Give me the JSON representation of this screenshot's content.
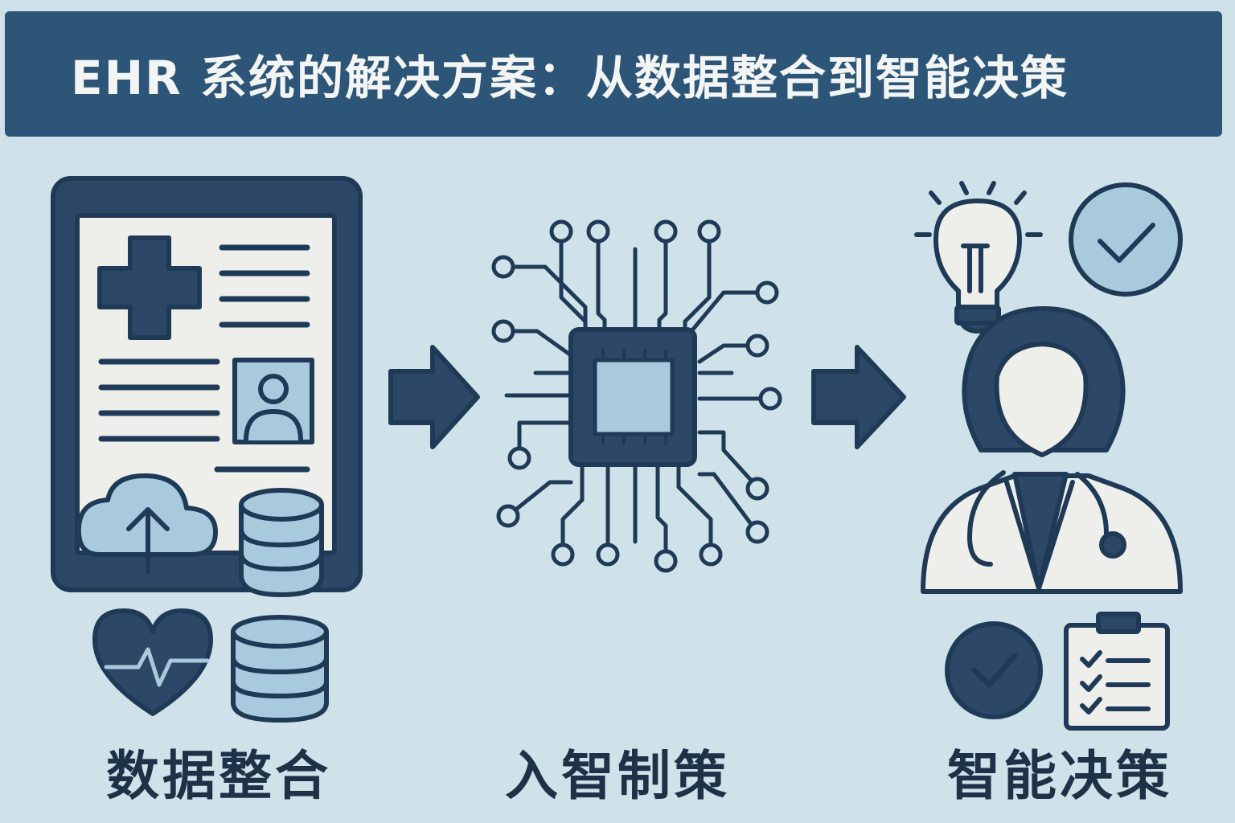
{
  "header": {
    "title": "EHR 系统的解决方案：从数据整合到智能决策"
  },
  "stages": [
    {
      "label": "数据整合"
    },
    {
      "label": "入智制策"
    },
    {
      "label": "智能决策"
    }
  ],
  "colors": {
    "background": "#cfe2ea",
    "header": "#2d5578",
    "dark": "#2d4866",
    "accent": "#a9c9dc",
    "paper": "#eeeeea"
  },
  "icons": [
    "ehr-tablet-icon",
    "medical-cross-icon",
    "patient-photo-icon",
    "cloud-upload-icon",
    "database-icon",
    "heart-rate-icon",
    "arrow-right-icon",
    "ai-chip-icon",
    "lightbulb-icon",
    "check-circle-icon",
    "doctor-icon",
    "stethoscope-icon",
    "checklist-clipboard-icon"
  ]
}
